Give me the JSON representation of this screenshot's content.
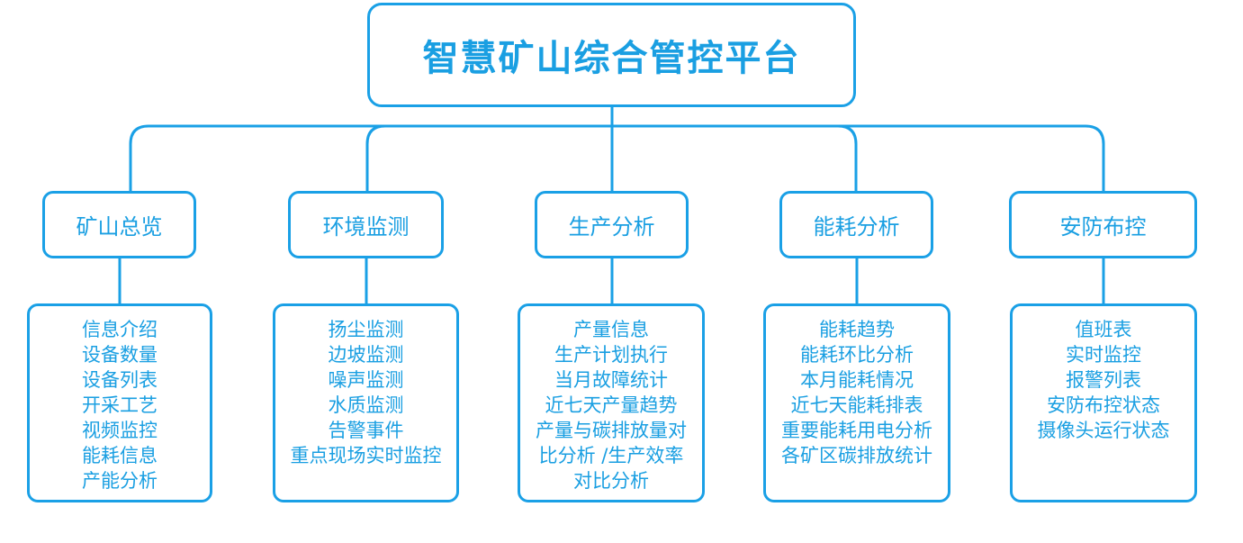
{
  "root": {
    "title": "智慧矿山综合管控平台"
  },
  "colors": {
    "accent": "#1aa0e6",
    "text": "#1a9fe2",
    "background": "#ffffff"
  },
  "categories": [
    {
      "title": "矿山总览",
      "items": [
        "信息介绍",
        "设备数量",
        "设备列表",
        "开采工艺",
        "视频监控",
        "能耗信息",
        "产能分析"
      ]
    },
    {
      "title": "环境监测",
      "items": [
        "扬尘监测",
        "边坡监测",
        "噪声监测",
        "水质监测",
        "告警事件",
        "重点现场实时监控"
      ]
    },
    {
      "title": "生产分析",
      "items": [
        "产量信息",
        "生产计划执行",
        "当月故障统计",
        "近七天产量趋势",
        "产量与碳排放量对",
        "比分析 /生产效率",
        "对比分析"
      ]
    },
    {
      "title": "能耗分析",
      "items": [
        "能耗趋势",
        "能耗环比分析",
        "本月能耗情况",
        "近七天能耗排表",
        "重要能耗用电分析",
        "各矿区碳排放统计"
      ]
    },
    {
      "title": "安防布控",
      "items": [
        "值班表",
        "实时监控",
        "报警列表",
        "安防布控状态",
        "摄像头运行状态"
      ]
    }
  ]
}
